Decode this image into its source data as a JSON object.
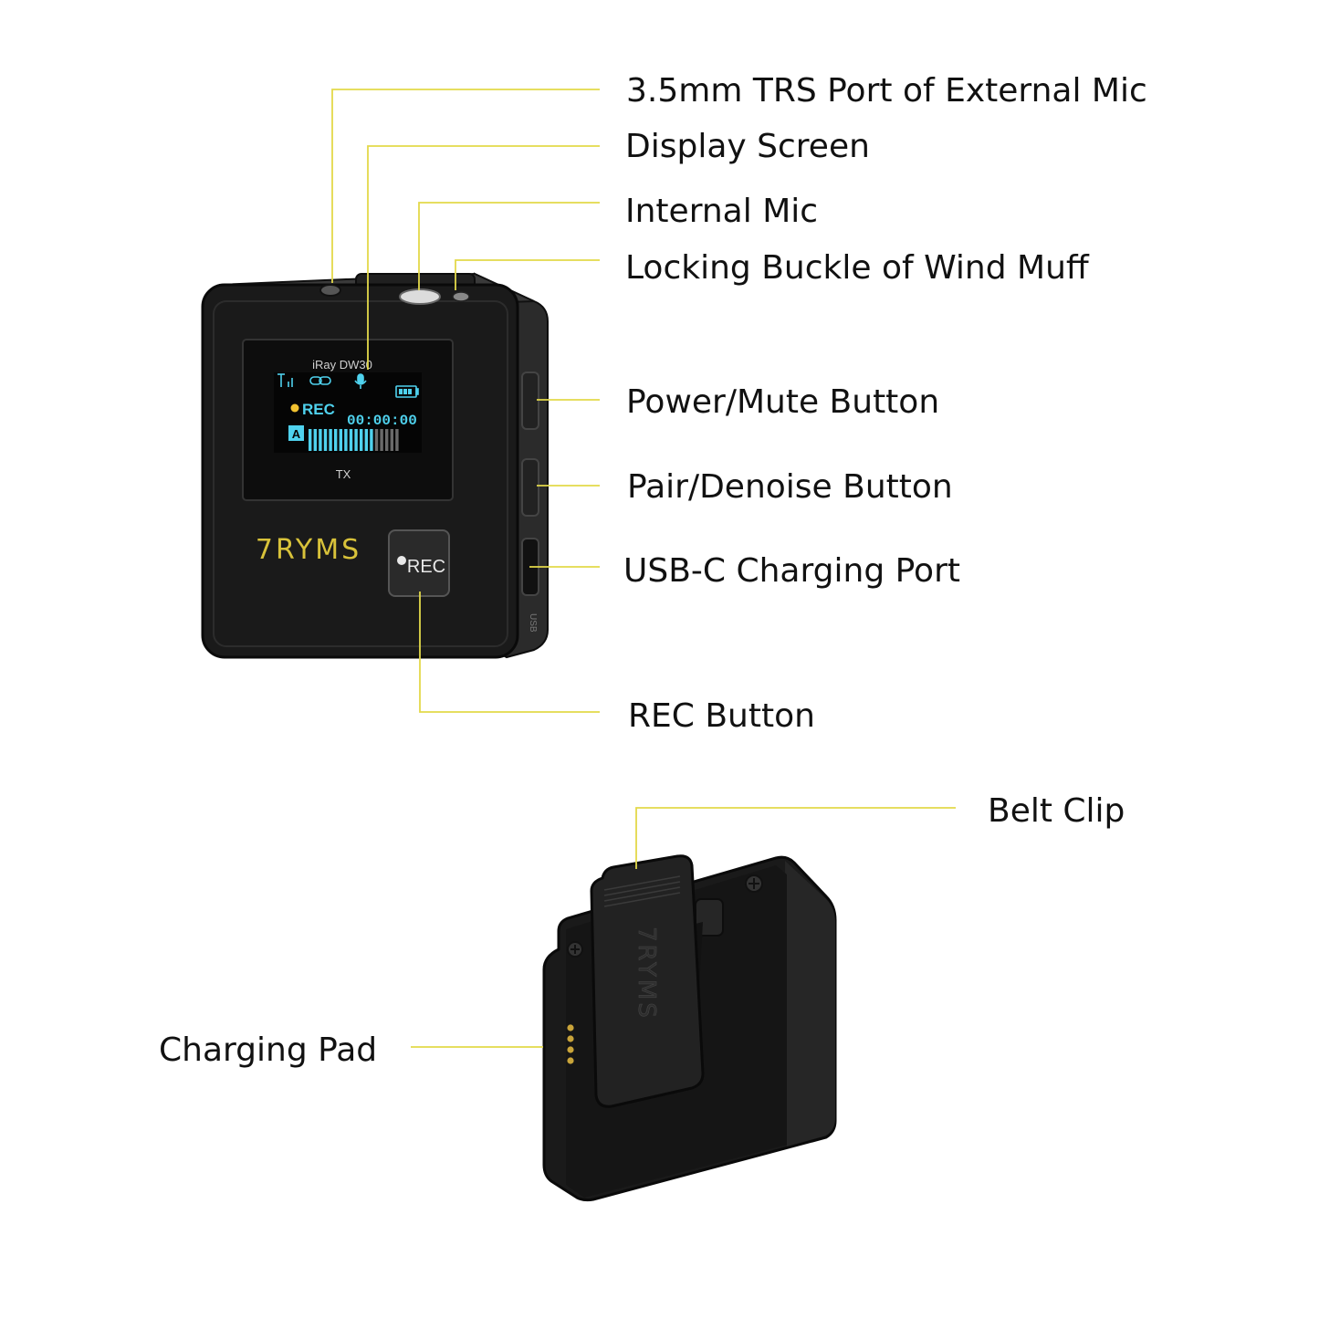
{
  "colors": {
    "leader_line": "#e3d94a",
    "brand_yellow": "#d8c23a",
    "screen_cyan": "#4fd2ee",
    "rec_dot": "#f2c230",
    "device_body": "#1a1a1a"
  },
  "callouts": {
    "trs_port": "3.5mm TRS Port of External Mic",
    "display_screen": "Display Screen",
    "internal_mic": "Internal Mic",
    "locking_buckle": "Locking Buckle of Wind Muff",
    "power_mute": "Power/Mute Button",
    "pair_denoise": "Pair/Denoise Button",
    "usb_c": "USB-C Charging Port",
    "rec_button": "REC Button",
    "belt_clip": "Belt Clip",
    "charging_pad": "Charging Pad"
  },
  "device": {
    "model": "iRay DW30",
    "screen_rec": "REC",
    "screen_time": "00:00:00",
    "screen_channel": "A",
    "screen_mode": "TX",
    "brand_logo": "7RYMS",
    "rec_key_label": "REC",
    "usb_label": "USB",
    "level_meter_active_fraction": 0.72,
    "screen_icons": [
      "signal-icon",
      "link-icon",
      "mic-icon",
      "battery-icon"
    ]
  },
  "back_view": {
    "clip_logo": "7RYMS",
    "charging_pins": 4
  }
}
